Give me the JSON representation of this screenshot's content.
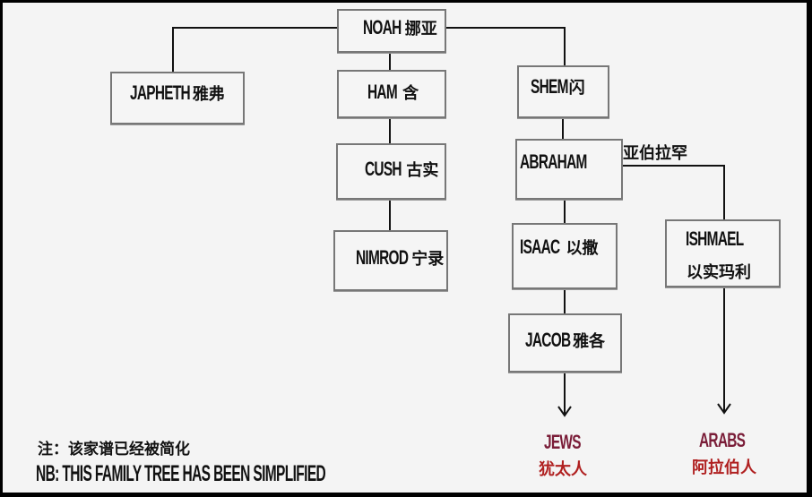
{
  "nodes": {
    "noah": {
      "en": "NOAH",
      "zh": "挪亚"
    },
    "japheth": {
      "en": "JAPHETH",
      "zh": "雅弗"
    },
    "ham": {
      "en": "HAM",
      "zh": "含"
    },
    "shem": {
      "en": "SHEM",
      "zh": "闪"
    },
    "cush": {
      "en": "CUSH",
      "zh": "古实"
    },
    "abraham": {
      "en": "ABRAHAM",
      "zh": "亚伯拉罕"
    },
    "nimrod": {
      "en": "NIMROD",
      "zh": "宁录"
    },
    "isaac": {
      "en": "ISAAC",
      "zh": "以撒"
    },
    "ishmael": {
      "en": "ISHMAEL",
      "zh": "以实玛利"
    },
    "jacob": {
      "en": "JACOB",
      "zh": "雅各"
    }
  },
  "outcomes": {
    "jews": {
      "en": "JEWS",
      "zh": "犹太人"
    },
    "arabs": {
      "en": "ARABS",
      "zh": "阿拉伯人"
    }
  },
  "note": {
    "zh": "注：该家谱已经被简化",
    "en": "NB: THIS FAMILY TREE HAS BEEN SIMPLIFIED"
  },
  "colors": {
    "line": "#111111",
    "outcome_en": "#7a1d38",
    "outcome_zh": "#b02020"
  }
}
